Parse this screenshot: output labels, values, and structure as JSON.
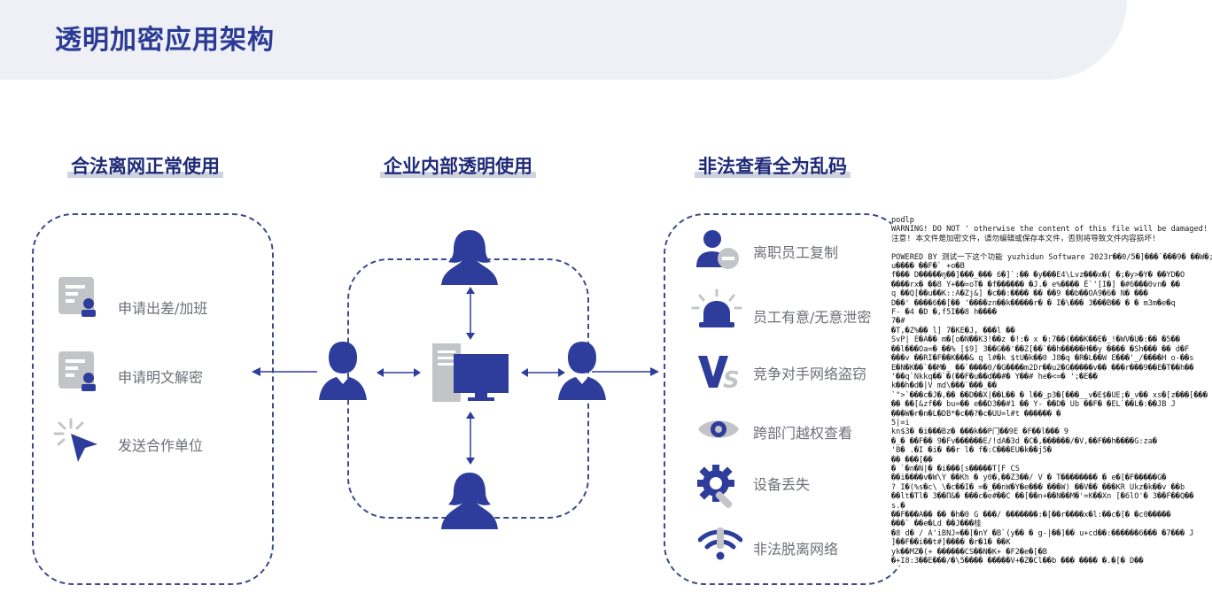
{
  "title": "透明加密应用架构",
  "columns": {
    "left": {
      "title": "合法离网正常使用"
    },
    "center": {
      "title": "企业内部透明使用"
    },
    "right": {
      "title": "非法查看全为乱码"
    }
  },
  "left_items": [
    "申请出差/加班",
    "申请明文解密",
    "发送合作单位"
  ],
  "right_items": [
    "离职员工复制",
    "员工有意/无意泄密",
    "竞争对手网络盗窃",
    "跨部门越权查看",
    "设备丢失",
    "非法脱离网络"
  ],
  "garbled_file": {
    "lines": [
      "podlp",
      "WARNING! DO NOT ' otherwise the content of this file will be damaged!",
      "注意! 本文件是加密文件，请勿编辑或保存本文件，否则将导致文件内容损坏!",
      "",
      "POWERED BY 测试一下这个功能 yuzhidun Software  2023r��0/5�]���`���9�  ��W�;",
      "u���� ��F�` +o�B",
      "f��� D�����ŋ��]���_��� 6�]`:�� �y���E4\\Lvz���x�(  �;�y>�Y� ��YD�O",
      "����rx� ��8 Y+��=oT� �f������ �J.� e%���� Ė`'[I�] �#6���0vn� ��",
      "q ��Q[��u��K::A�Zj&] �c��:���� �� ��9  ��b��OA9�6�  N�   ���",
      "D��' ����6��[��  '����zn��k�����r� � I�\\��� 3���B�� � � m3m�e�q",
      "F- �4 �D �,f5I��8 h����",
      "7�#",
      "�T,�Z%�� l] 7�KE�J, ���l ��",
      "SvP|  E�A��    m�[o�N��K3!��z �!:� x  �:7��(���K��E�_!�WV�U�:��  �5��",
      "��l���Oa=� ��%   [$9] 3��G��'��Z[��`��h�����H��y  ����  �Sh���  �� d�F",
      "���v ��RI�F��K���& q l#�k $tU�k��0 J8�q �R�L��W  E���'_/����H o-��s",
      "E�N�K��`��M�_  ��`����0/�G����m2Dr��u2�G�����v��   ���r���9��E�T��h��",
      "'��q`Nkkq��`�(��F�u��d��#� Y��# he�<=�  ';�E��",
      "k��h�d�|V md\\���`���_��",
      "`\">`���c�J�,�� ��D��X|��L�� � l��_p3�[���__v�E$�UE;�_v��  xs�[z���[���",
      "��   ��[&zf�� bu=�� e��D3��#1 �� Y-   ��D� Ub    ��F� �EL`��L�:��JB  J",
      "���W�r�n�L�DB*�c��?�c�UU=l#t  ������ �",
      "5|=i",
      "kn$3� �i���Bz� ���k��P门��9E �F��l��� 9",
      "�_� ��F��  9�Fv������E/!dA�3d �C�,������/�V,��F��h����G:za�",
      "'B� .�I  �i� ��r l� f�:C���EU�k��j5�",
      "��  ���[��",
      "�   `�n�N|� �i���[s�����T[F CS",
      " ��i����v�W\\Y  ��Kh  � y0�,��Z3��/ V  � T��������  � e�[�F�����G�",
      "  ? I�(%s�c\\ \\�c��I� =�_��nW�Y�e���    ���W) ��V��  ���KR Ukz�k��v ��b",
      "��lt�Tl� 3��П&� ���c�e#��C ��[��n+��N��M�'=K��Xn [�6lO'� 3��F��Q��",
      "s.�",
      "��F���A�� �� �h�0 G  ���/ �������:�[��r����x�l:��c�[� �c0�����",
      "���`  ��e�Ld  ��J���桂",
      "�8 d� / A'iBNJ=��[�nY  �B`(y��  � g-|��]�� u+cd��:������6���  �7���  J",
      "]��F��i��t#]����  �r�1�  ��K",
      "yk��MZ�(+ ������CS��N�K+ �F2�e�[�B",
      "�+I8:3��E���/�\\5���� �����V+�Z�Cl��b ��� ���� �.�[�  D��"
    ]
  },
  "colors": {
    "accent": "#2e3d9c",
    "title": "#2b3a94",
    "label": "#6d6f77",
    "icon_grey": "#c3c4c8"
  }
}
